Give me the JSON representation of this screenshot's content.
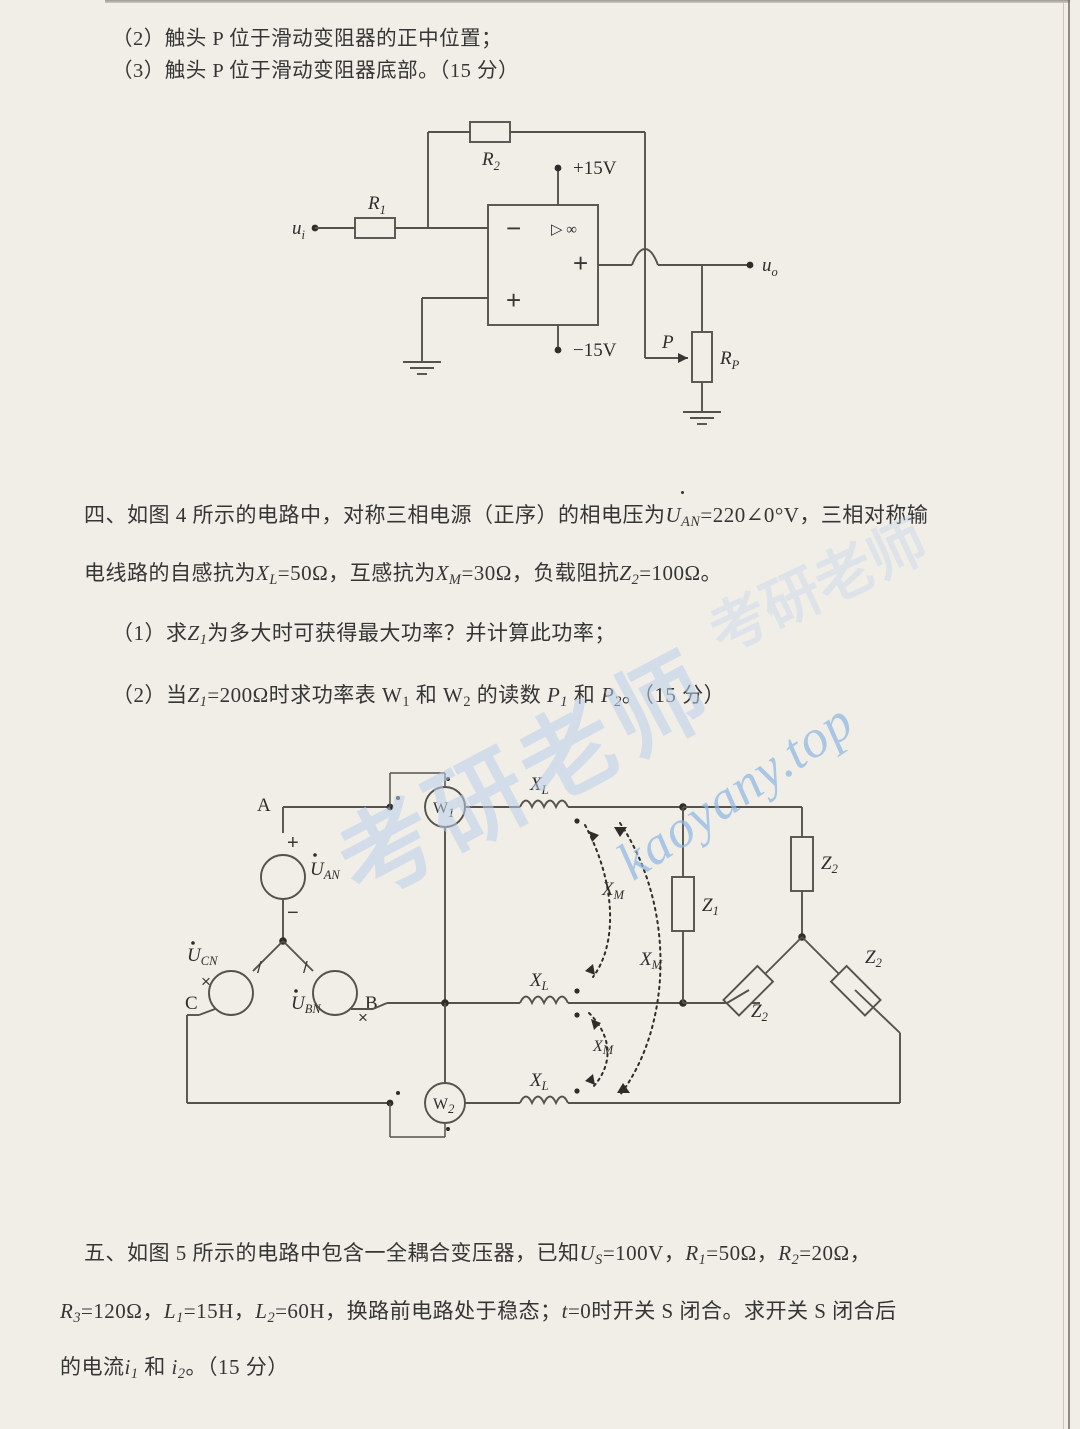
{
  "page": {
    "background_color": "#f1eee8",
    "ink_color": "#353535"
  },
  "watermark": {
    "chinese": "考研老师",
    "url": "kaoyany.top",
    "color": "#9ec2e8"
  },
  "top_items": {
    "item2": "（2）触头 P 位于滑动变阻器的正中位置；",
    "item3": "（3）触头 P 位于滑动变阻器底部。（15 分）"
  },
  "figure3": {
    "name": "op-amp-comparator-circuit",
    "labels": {
      "input": "u",
      "input_sub": "i",
      "output": "u",
      "output_sub": "o",
      "r1": "R",
      "r1_sub": "1",
      "r2": "R",
      "r2_sub": "2",
      "rp": "R",
      "rp_sub": "P",
      "wiper": "P",
      "supply_pos": "+15V",
      "supply_neg": "−15V",
      "opamp_symbol": "▷ ∞",
      "inv_input": "−",
      "noninv_input": "+",
      "out_plus": "+"
    }
  },
  "question4": {
    "line1": "四、如图 4 所示的电路中，对称三相电源（正序）的相电压为",
    "line1_formula_u": "U",
    "line1_formula_u_sub": "AN",
    "line1_formula_val": "=220∠0°V",
    "line1_tail": "，三相对称输",
    "line2_pre": "电线路的自感抗为",
    "line2_xl": "X",
    "line2_xl_sub": "L",
    "line2_xl_val": "=50Ω",
    "line2_mid": "，互感抗为",
    "line2_xm": "X",
    "line2_xm_sub": "M",
    "line2_xm_val": "=30Ω",
    "line2_mid2": "，负载阻抗",
    "line2_z2": "Z",
    "line2_z2_sub": "2",
    "line2_z2_val": "=100Ω",
    "line2_tail": "。",
    "sub1_pre": "（1）求",
    "sub1_z": "Z",
    "sub1_z_sub": "1",
    "sub1_tail": "为多大时可获得最大功率？并计算此功率；",
    "sub2_pre": "（2）当",
    "sub2_z": "Z",
    "sub2_z_sub": "1",
    "sub2_val": "=200Ω",
    "sub2_mid": "时求功率表 W",
    "sub2_w1_sub": "1",
    "sub2_mid2": " 和 W",
    "sub2_w2_sub": "2",
    "sub2_mid3": " 的读数 ",
    "sub2_p1": "P",
    "sub2_p1_sub": "1",
    "sub2_mid4": " 和 ",
    "sub2_p2": "P",
    "sub2_p2_sub": "2",
    "sub2_tail": "。（15 分）"
  },
  "figure4": {
    "name": "three-phase-coupled-line-circuit",
    "terminals": [
      "A",
      "B",
      "C"
    ],
    "sources": [
      {
        "label": "U",
        "sub": "AN",
        "plus": "+",
        "minus": "−"
      },
      {
        "label": "U",
        "sub": "BN",
        "plus": "/",
        "minus": "×"
      },
      {
        "label": "U",
        "sub": "CN",
        "plus": "/",
        "minus": "×"
      }
    ],
    "wattmeters": [
      "W₁",
      "W₂"
    ],
    "wattmeter_labels": [
      {
        "name": "W",
        "sub": "1"
      },
      {
        "name": "W",
        "sub": "2"
      }
    ],
    "inductors": [
      {
        "label": "X",
        "sub": "L"
      },
      {
        "label": "X",
        "sub": "L"
      },
      {
        "label": "X",
        "sub": "L"
      }
    ],
    "mutuals": [
      {
        "label": "X",
        "sub": "M"
      },
      {
        "label": "X",
        "sub": "M"
      },
      {
        "label": "X",
        "sub": "M"
      }
    ],
    "loads": {
      "z1": {
        "label": "Z",
        "sub": "1"
      },
      "z2": [
        {
          "label": "Z",
          "sub": "2"
        },
        {
          "label": "Z",
          "sub": "2"
        },
        {
          "label": "Z",
          "sub": "2"
        }
      ]
    },
    "dot_marker": "•"
  },
  "question5": {
    "line1_pre": "五、如图 5 所示的电路中包含一全耦合变压器，已知",
    "us": "U",
    "us_sub": "S",
    "us_val": "=100V",
    "sep1": "，",
    "r1": "R",
    "r1_sub": "1",
    "r1_val": "=50Ω",
    "sep2": "，",
    "r2": "R",
    "r2_sub": "2",
    "r2_val": "=20Ω",
    "sep3": "，",
    "line2_r3": "R",
    "line2_r3_sub": "3",
    "line2_r3_val": "=120Ω",
    "line2_sep1": "，",
    "line2_l1": "L",
    "line2_l1_sub": "1",
    "line2_l1_val": "=15H",
    "line2_sep2": "，",
    "line2_l2": "L",
    "line2_l2_sub": "2",
    "line2_l2_val": "=60H",
    "line2_mid": "，换路前电路处于稳态；",
    "line2_t": "t",
    "line2_t_val": "=0",
    "line2_tail": "时开关 S 闭合。求开关 S 闭合后",
    "line3_pre": "的电流",
    "line3_i1": "i",
    "line3_i1_sub": "1",
    "line3_mid": " 和 ",
    "line3_i2": "i",
    "line3_i2_sub": "2",
    "line3_tail": "。（15 分）"
  }
}
